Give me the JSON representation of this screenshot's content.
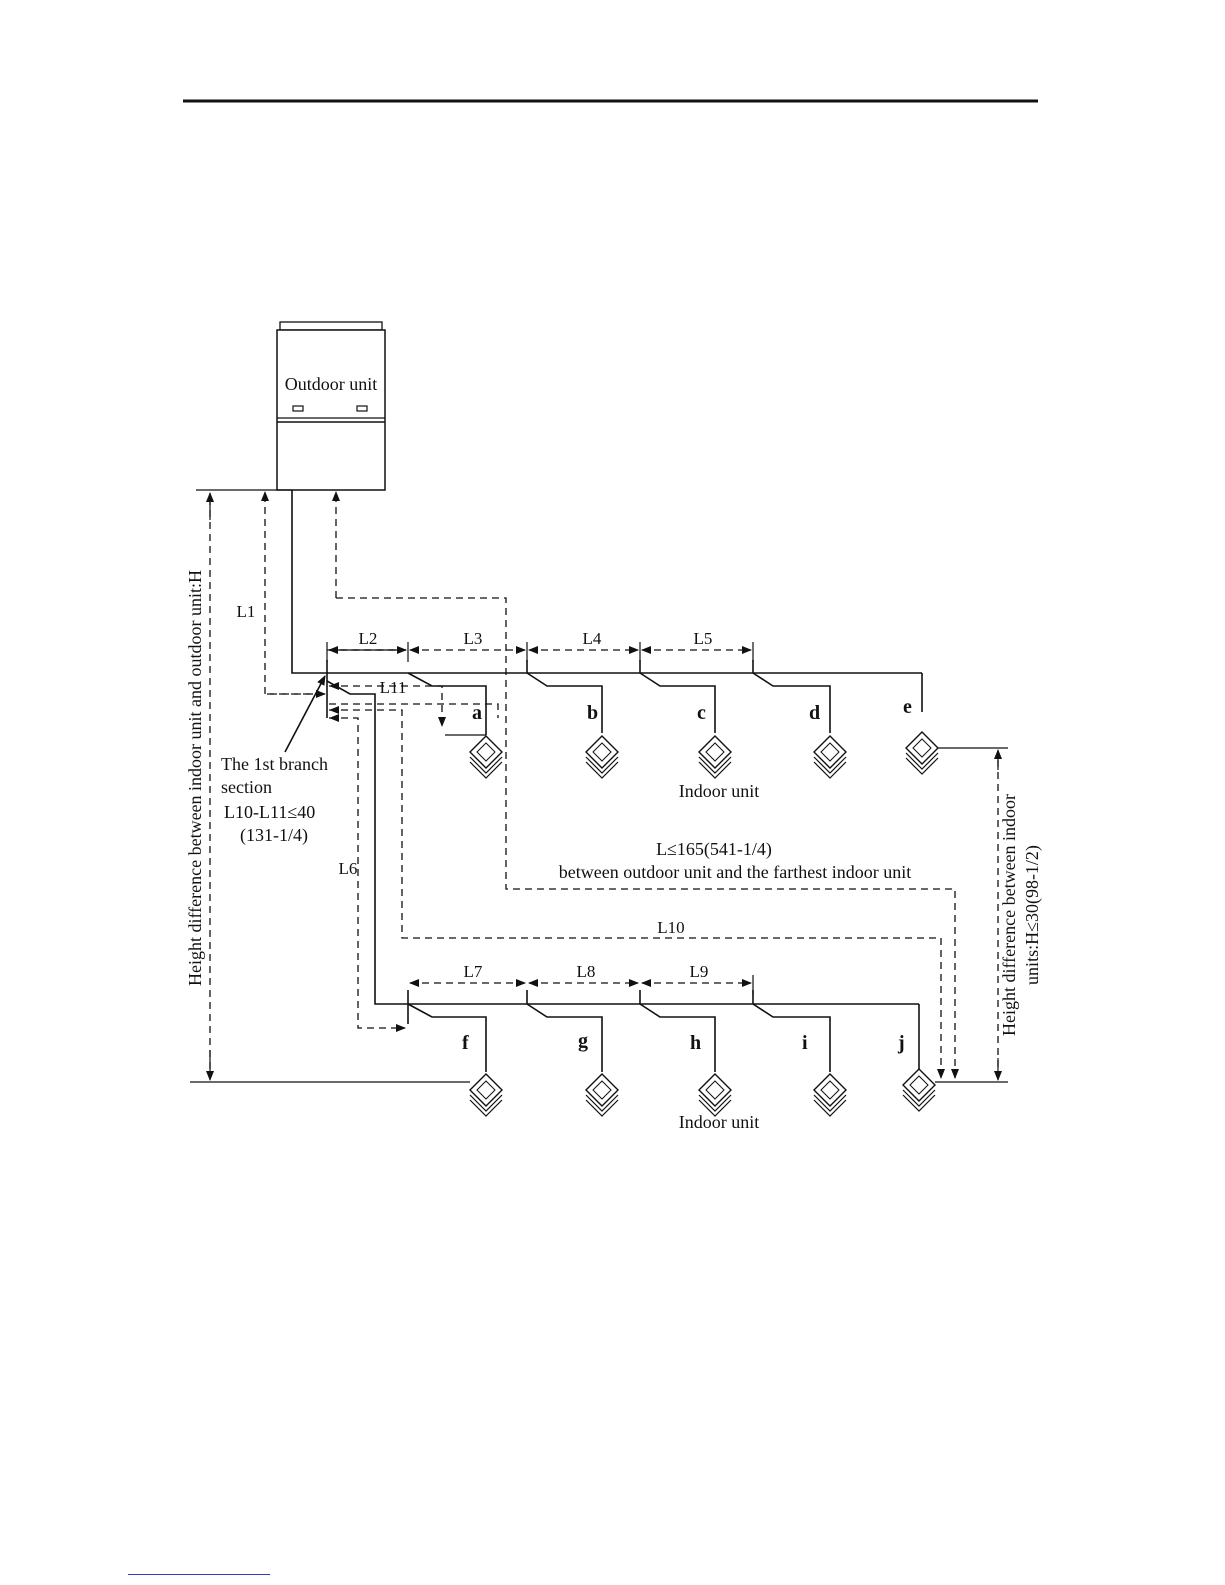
{
  "outdoor_label": "Outdoor unit",
  "indoor_label_top": "Indoor unit",
  "indoor_label_bottom": "Indoor unit",
  "lengths": {
    "L1": "L1",
    "L2": "L2",
    "L3": "L3",
    "L4": "L4",
    "L5": "L5",
    "L6": "L6",
    "L7": "L7",
    "L8": "L8",
    "L9": "L9",
    "L10": "L10",
    "L11": "L11"
  },
  "units_top": [
    "a",
    "b",
    "c",
    "d",
    "e"
  ],
  "units_bottom": [
    "f",
    "g",
    "h",
    "i",
    "j"
  ],
  "first_branch": {
    "line1": "The 1st branch",
    "line2": "section",
    "line3": "L10-L11≤40",
    "line4": "(131-1/4)"
  },
  "max_length": {
    "line1": "L≤165(541-1/4)",
    "line2": "between outdoor unit and the farthest indoor unit"
  },
  "height_outdoor": "Height difference between indoor unit and outdoor unit:H",
  "height_indoor": {
    "line1": "Height difference between indoor",
    "line2": "units:H≤30(98-1/2)"
  }
}
